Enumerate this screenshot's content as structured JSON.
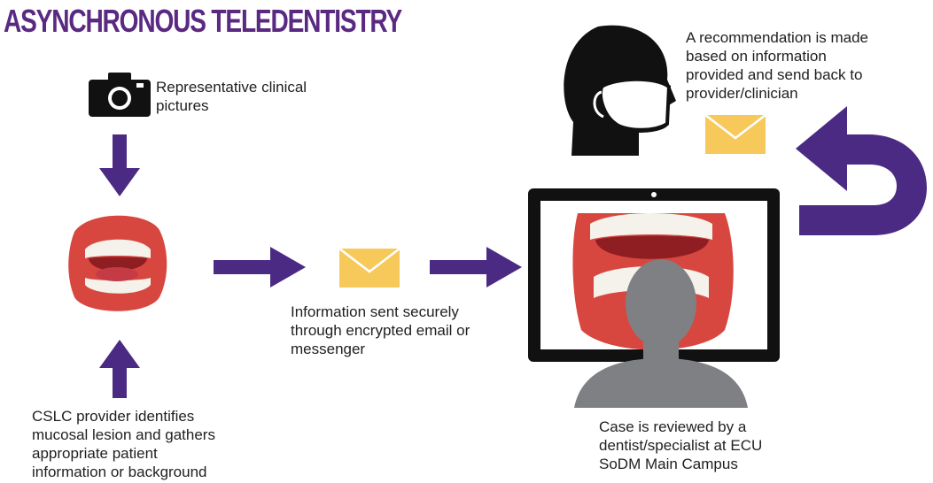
{
  "title": "ASYNCHRONOUS TELEDENTISTRY",
  "labels": {
    "pictures": [
      "Representative clinical",
      "pictures"
    ],
    "provider": [
      "CSLC provider identifies",
      "mucosal lesion and gathers",
      "appropriate patient",
      "information or background"
    ],
    "sent": [
      "Information sent securely",
      "through encrypted email or",
      "messenger"
    ],
    "review": [
      "Case is reviewed by a",
      "dentist/specialist at ECU",
      "SoDM Main Campus"
    ],
    "recommendation": [
      "A recommendation is made",
      "based on information",
      "provided and send back to",
      "provider/clinician"
    ]
  },
  "icons": {
    "camera": "camera-icon",
    "mouth": "open-mouth-icon",
    "envelope": "envelope-icon",
    "monitor": "monitor-icon",
    "head": "masked-head-icon",
    "arrow": "arrow-icon"
  },
  "colors": {
    "title": "#5a2a82",
    "arrow": "#4b2a84",
    "envelope": "#f6c95a",
    "gums": "#d8473f",
    "teeth": "#f7f7f2",
    "monitor": "#111111",
    "silhouette": "#7e8083"
  }
}
